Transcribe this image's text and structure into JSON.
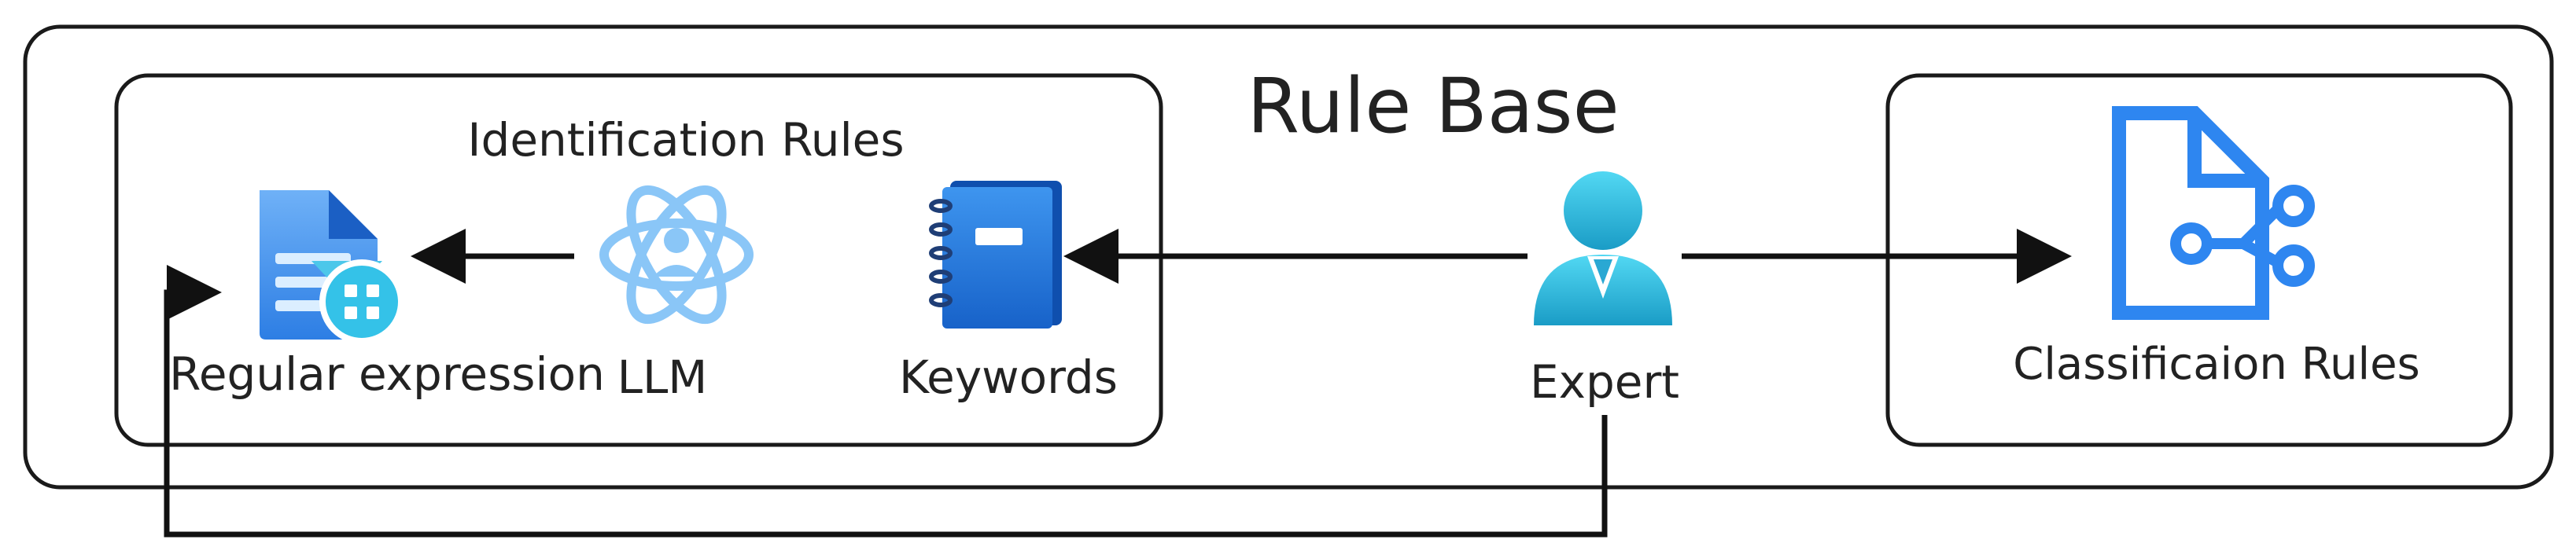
{
  "title": "Rule Base",
  "groups": {
    "identification": {
      "title": "Identification Rules",
      "items": {
        "regex": {
          "label": "Regular expression",
          "icon": "document-filter-icon"
        },
        "llm": {
          "label": "LLM",
          "icon": "atom-person-icon"
        },
        "keywords": {
          "label": "Keywords",
          "icon": "notebook-icon"
        }
      }
    },
    "classification": {
      "label": "Classificaion Rules",
      "icon": "branching-document-icon"
    }
  },
  "actor": {
    "label": "Expert",
    "icon": "user-icon"
  },
  "colors": {
    "outline": "#1a1a1a",
    "blue_dark": "#1e6fd9",
    "blue_mid": "#3b8ff0",
    "blue_light": "#8ac6f7",
    "cyan": "#4fd3f0",
    "teal": "#1b9fc7"
  }
}
